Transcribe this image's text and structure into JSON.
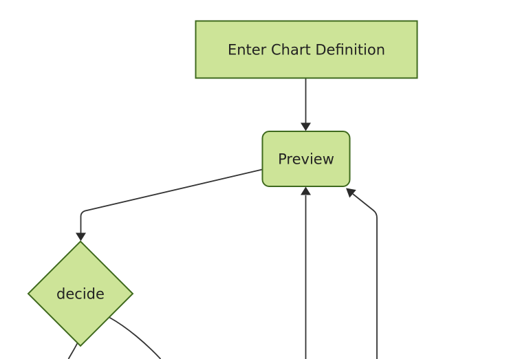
{
  "diagram": {
    "type": "flowchart",
    "direction": "top-down",
    "nodes": [
      {
        "id": "A",
        "label": "Enter Chart Definition",
        "shape": "rectangle"
      },
      {
        "id": "B",
        "label": "Preview",
        "shape": "rounded-rectangle"
      },
      {
        "id": "C",
        "label": "decide",
        "shape": "diamond"
      }
    ],
    "edges": [
      {
        "from": "Enter Chart Definition",
        "to": "Preview",
        "arrow": "into-preview-top"
      },
      {
        "from": "Preview",
        "to": "decide",
        "arrow": "into-decide-top"
      },
      {
        "from": "offscreen-bottom",
        "to": "Preview",
        "arrow": "into-preview-bottom"
      },
      {
        "from": "offscreen-bottom-right",
        "to": "Preview",
        "arrow": "into-preview-bottom-right"
      },
      {
        "from": "decide",
        "to": "offscreen-bottom-left",
        "arrow": "none-visible"
      },
      {
        "from": "decide",
        "to": "offscreen-bottom-right",
        "arrow": "none-visible"
      }
    ]
  },
  "colors": {
    "background": "#ffffff",
    "node_fill": "#cde498",
    "node_border": "#3f6a1e",
    "edge": "#333333",
    "arrowhead": "#2b2b2b",
    "label_text": "#222222"
  }
}
